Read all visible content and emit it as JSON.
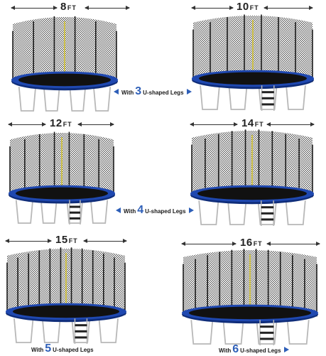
{
  "unit": "FT",
  "legs_prefix": "With",
  "legs_suffix": "U-shaped Legs",
  "colors": {
    "pad": "#1f48b0",
    "pad_dark": "#0f2d7a",
    "mat": "#111111",
    "net": "#2a2a2a",
    "frame": "#b8b8b8",
    "pole": "#1a1a1a",
    "accent": "#2e5fb8"
  },
  "trampolines": [
    {
      "size": "8",
      "legs": "3"
    },
    {
      "size": "10",
      "legs": ""
    },
    {
      "size": "12",
      "legs": ""
    },
    {
      "size": "14",
      "legs": "4"
    },
    {
      "size": "15",
      "legs": "5"
    },
    {
      "size": "16",
      "legs": "6"
    }
  ]
}
